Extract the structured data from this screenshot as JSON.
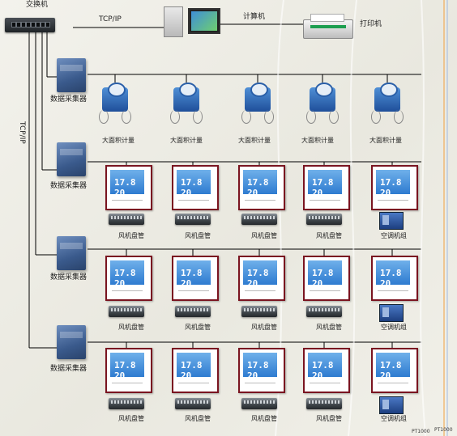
{
  "labels": {
    "switch": "交换机",
    "tcpip_top": "TCP/IP",
    "tcpip_side": "TCP/IP",
    "computer": "计算机",
    "printer": "打印机",
    "collector": "数据采集器",
    "meter": "大面积计量",
    "fan_coil": "风机盘管",
    "air_unit": "空调机组",
    "pt1": "PT1000",
    "pt2": "PT1000"
  },
  "thermostat_readout": "17.8 20",
  "colors": {
    "wire": "#000000",
    "thermostat_border": "#7a1420",
    "lcd": "#2e7bd0",
    "collector": "#3a5a8c"
  },
  "icons": [
    "switch-icon",
    "computer-icon",
    "monitor-icon",
    "printer-icon",
    "data-collector-icon",
    "flow-meter-icon",
    "thermostat-icon",
    "fan-coil-icon",
    "air-conditioning-unit-icon"
  ]
}
